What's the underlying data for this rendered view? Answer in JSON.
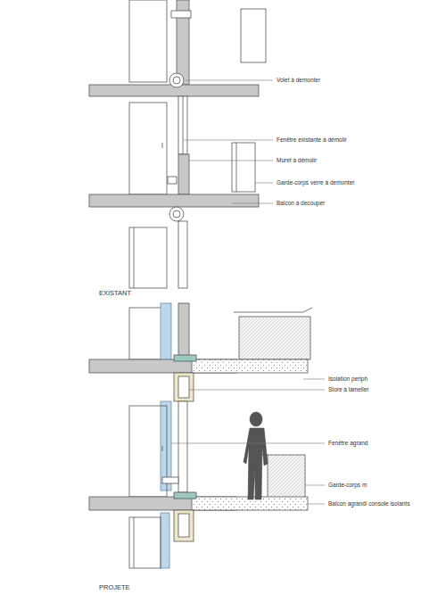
{
  "diagram": {
    "labels": [
      "Volet à demonter",
      "Fenêtre existante à démolir",
      "Muret à démolir",
      "Garde-corps verre à demonter",
      "Balcon à decouper",
      "EXISTANT",
      "Isolation periph",
      "Store à lameller",
      "Fenêtre agrand",
      "Garde-corps m",
      "Balcon agrandi console isolants",
      "PROJETE"
    ]
  }
}
